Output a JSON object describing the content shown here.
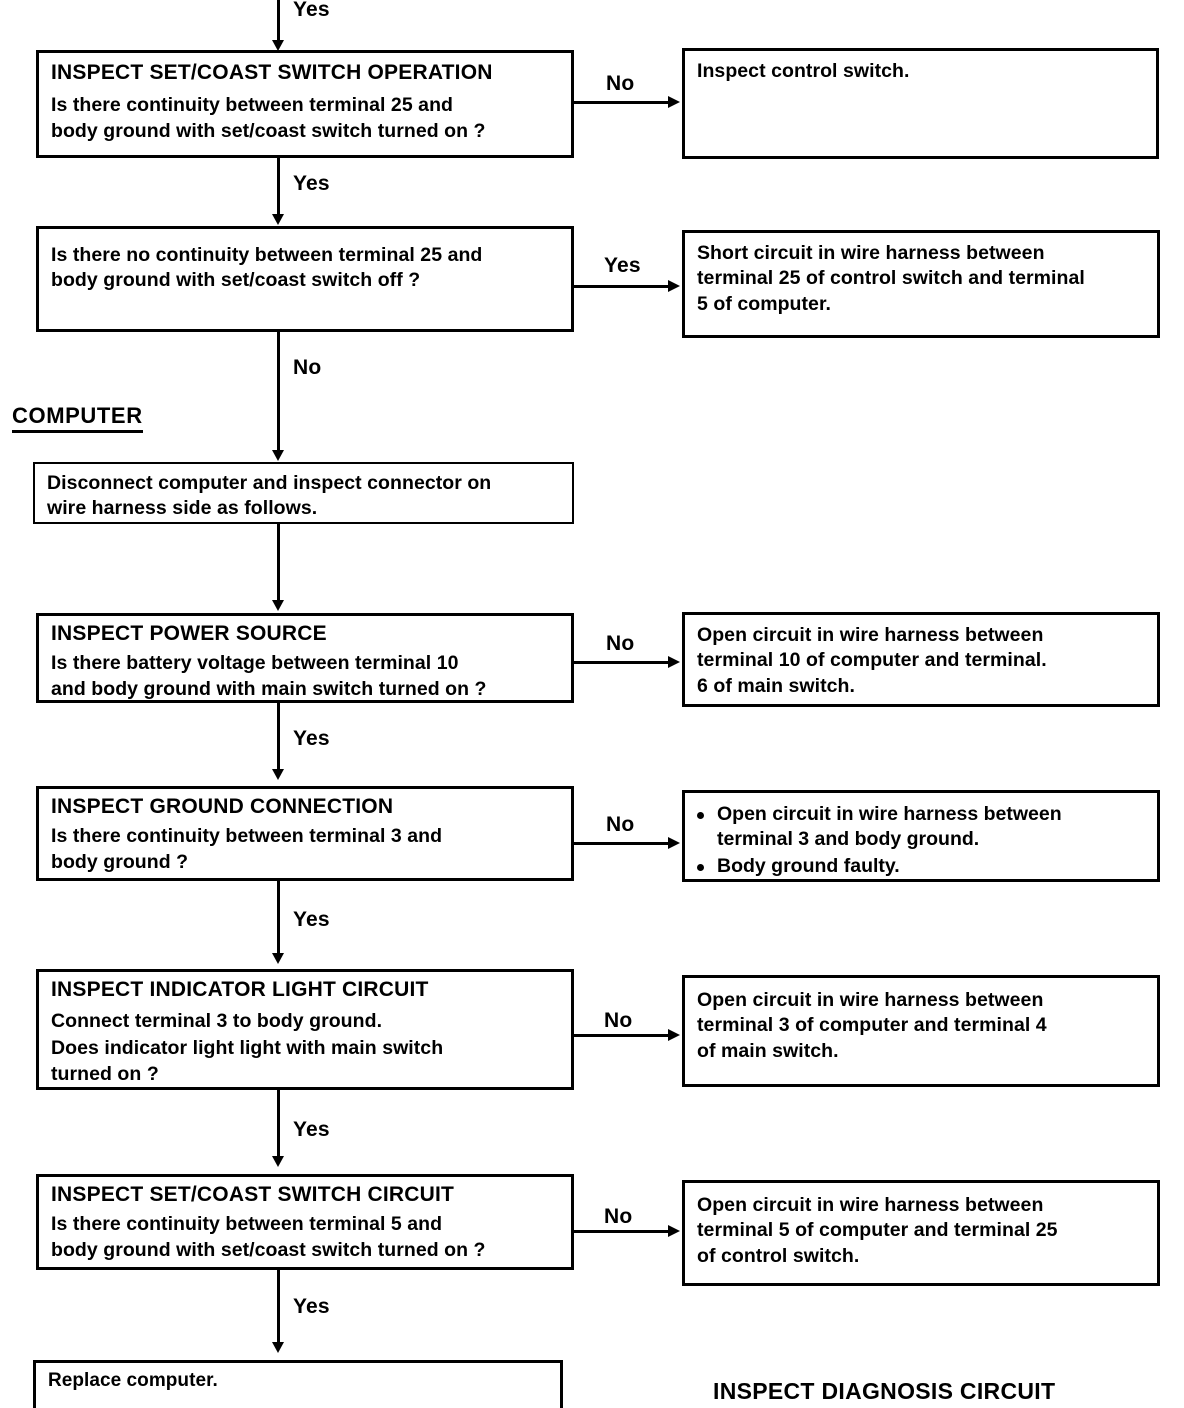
{
  "diagram": {
    "footer_title": "INSPECT DIAGNOSIS CIRCUIT",
    "section_label": "COMPUTER",
    "labels": {
      "yes": "Yes",
      "no": "No"
    }
  },
  "steps": [
    {
      "id": "inspect-set-coast-switch-operation",
      "title": "INSPECT SET/COAST SWITCH OPERATION",
      "line1": "Is there continuity between terminal 25 and",
      "line2": "body ground with set/coast switch turned on ?",
      "in_label": "Yes",
      "out_label": "Yes",
      "branch_label": "No",
      "result": {
        "id": "inspect-control-switch",
        "line1": "Inspect control switch."
      }
    },
    {
      "id": "no-continuity-set-coast-switch-off",
      "title": "",
      "line1": "Is there no continuity between terminal 25 and",
      "line2": "body ground with set/coast switch off ?",
      "out_label": "No",
      "branch_label": "Yes",
      "result": {
        "id": "short-circuit-wire-harness",
        "line1": "Short circuit in wire harness between",
        "line2": "terminal 25 of control switch and terminal",
        "line3": "5 of computer."
      }
    },
    {
      "id": "disconnect-computer",
      "title": "",
      "line1": "Disconnect computer and inspect connector on",
      "line2": "wire harness side as follows."
    },
    {
      "id": "inspect-power-source",
      "title": "INSPECT POWER SOURCE",
      "line1": "Is there battery voltage between terminal 10",
      "line2": "and body ground with main switch turned on ?",
      "out_label": "Yes",
      "branch_label": "No",
      "result": {
        "id": "open-circuit-terminal-10",
        "line1": "Open circuit in wire harness between",
        "line2": "terminal 10 of computer and terminal.",
        "line3": "6 of main switch."
      }
    },
    {
      "id": "inspect-ground-connection",
      "title": "INSPECT GROUND CONNECTION",
      "line1": "Is there continuity between terminal 3 and",
      "line2": "body ground ?",
      "out_label": "Yes",
      "branch_label": "No",
      "result": {
        "id": "ground-faults",
        "bullets": [
          {
            "line1": "Open circuit in wire harness between",
            "line2": "terminal 3 and body ground."
          },
          {
            "line1": "Body ground faulty.",
            "line2": ""
          }
        ]
      }
    },
    {
      "id": "inspect-indicator-light-circuit",
      "title": "INSPECT INDICATOR LIGHT CIRCUIT",
      "line1": "Connect terminal 3 to body ground.",
      "line2": "Does indicator light light with main switch",
      "line3": "turned on ?",
      "out_label": "Yes",
      "branch_label": "No",
      "result": {
        "id": "open-circuit-terminal-3",
        "line1": "Open circuit in wire harness between",
        "line2": "terminal 3 of computer and terminal 4",
        "line3": "of main switch."
      }
    },
    {
      "id": "inspect-set-coast-switch-circuit",
      "title": "INSPECT SET/COAST SWITCH CIRCUIT",
      "line1": "Is there continuity between terminal 5 and",
      "line2": "body ground with set/coast switch turned on ?",
      "out_label": "Yes",
      "branch_label": "No",
      "result": {
        "id": "open-circuit-terminal-5",
        "line1": "Open circuit in wire harness between",
        "line2": "terminal 5 of computer and terminal 25",
        "line3": "of control switch."
      }
    },
    {
      "id": "replace-computer",
      "title": "",
      "line1": "Replace computer."
    }
  ]
}
